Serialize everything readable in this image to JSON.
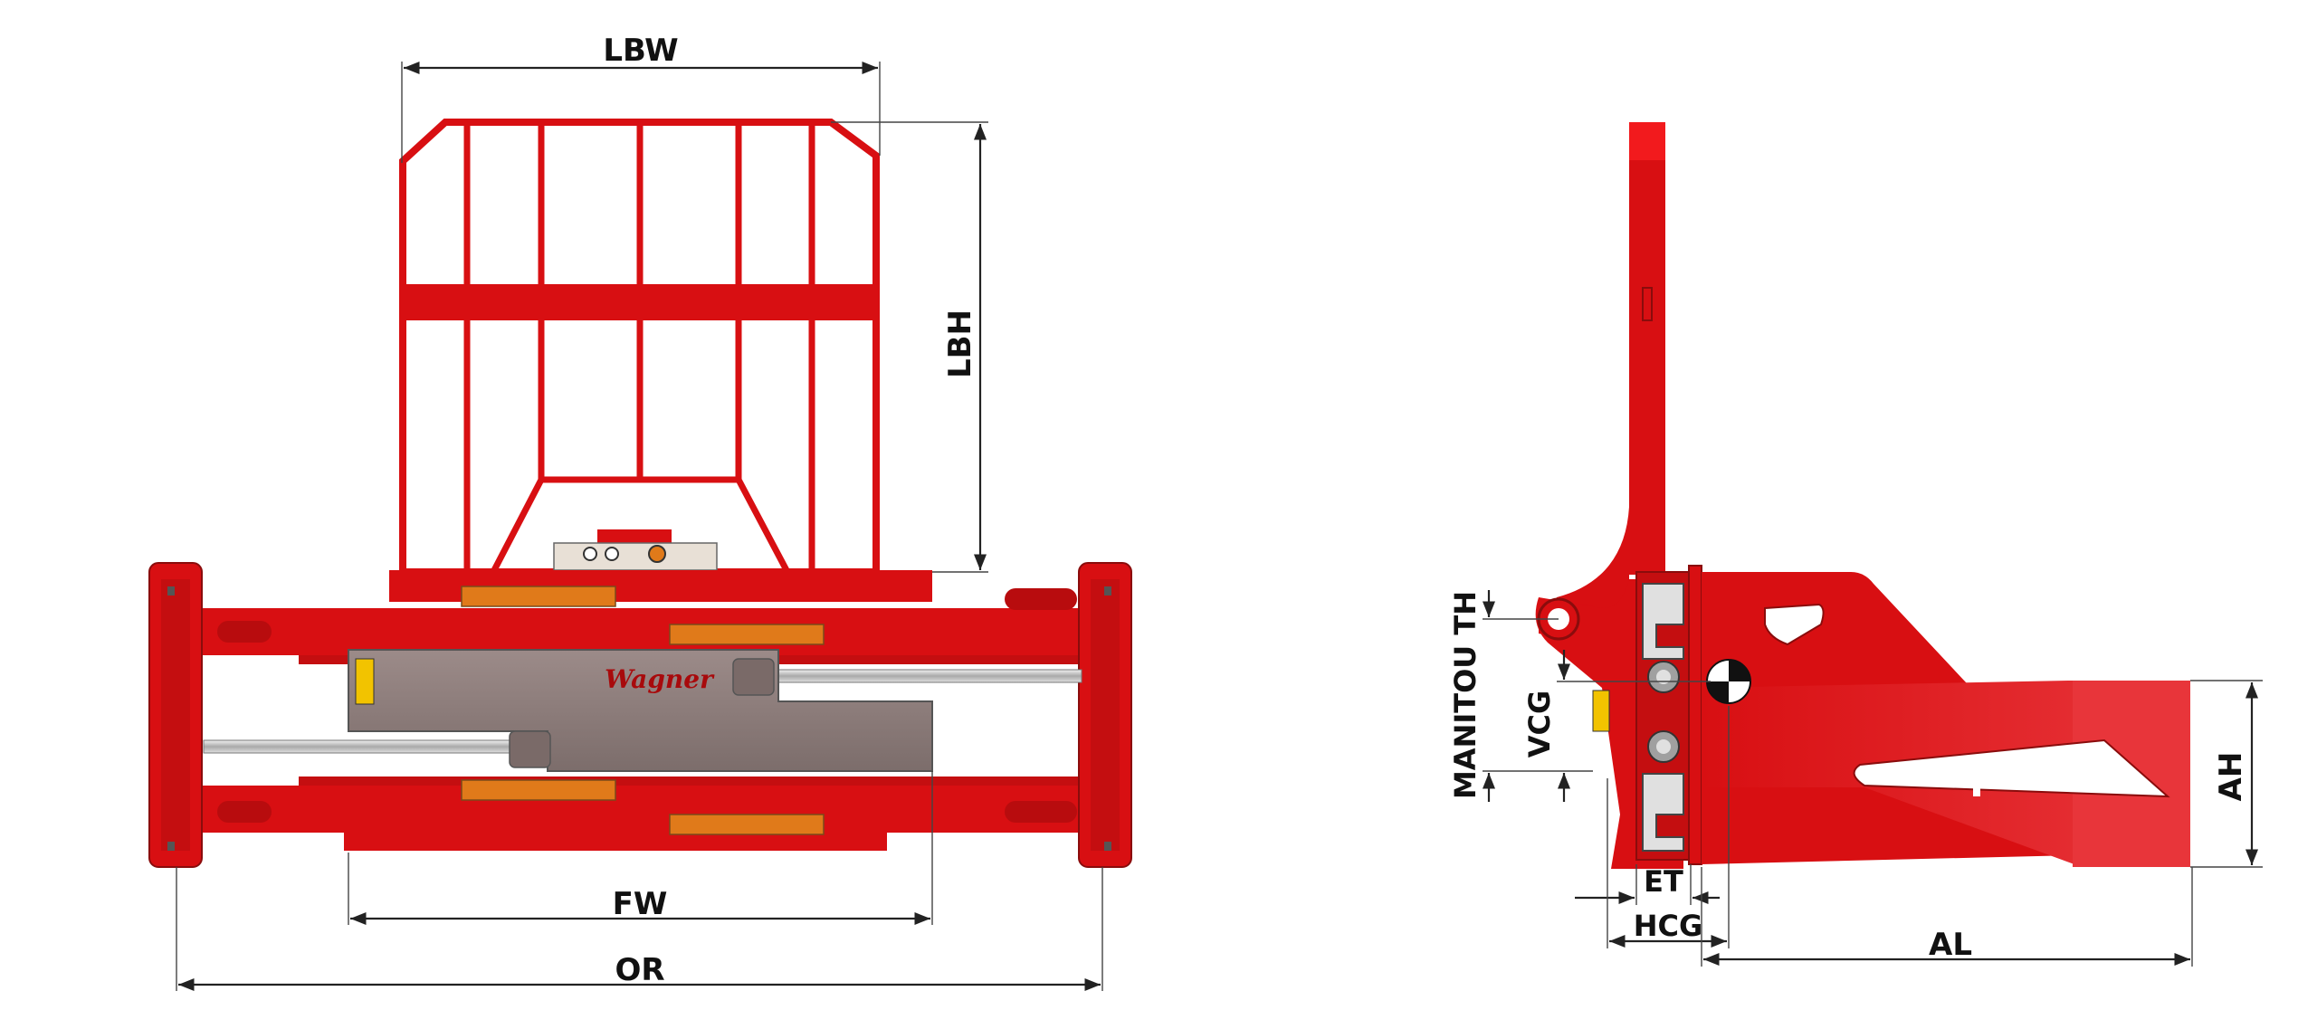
{
  "front_view": {
    "labels": {
      "lbw": "LBW",
      "lbh": "LBH",
      "fw": "FW",
      "or": "OR"
    },
    "logo_text": "Wagner"
  },
  "side_view": {
    "labels": {
      "manitou_th": "MANITOU TH",
      "vcg": "VCG",
      "et": "ET",
      "hcg": "HCG",
      "al": "AL",
      "ah": "AH"
    }
  },
  "colors": {
    "frame_red": "#d80f12",
    "dark_red": "#a80a0c",
    "body_grey": "#8a7a78",
    "rail_orange": "#e07a1a",
    "rod_silver": "#c8c8c8",
    "warning_yellow": "#f2c300"
  }
}
